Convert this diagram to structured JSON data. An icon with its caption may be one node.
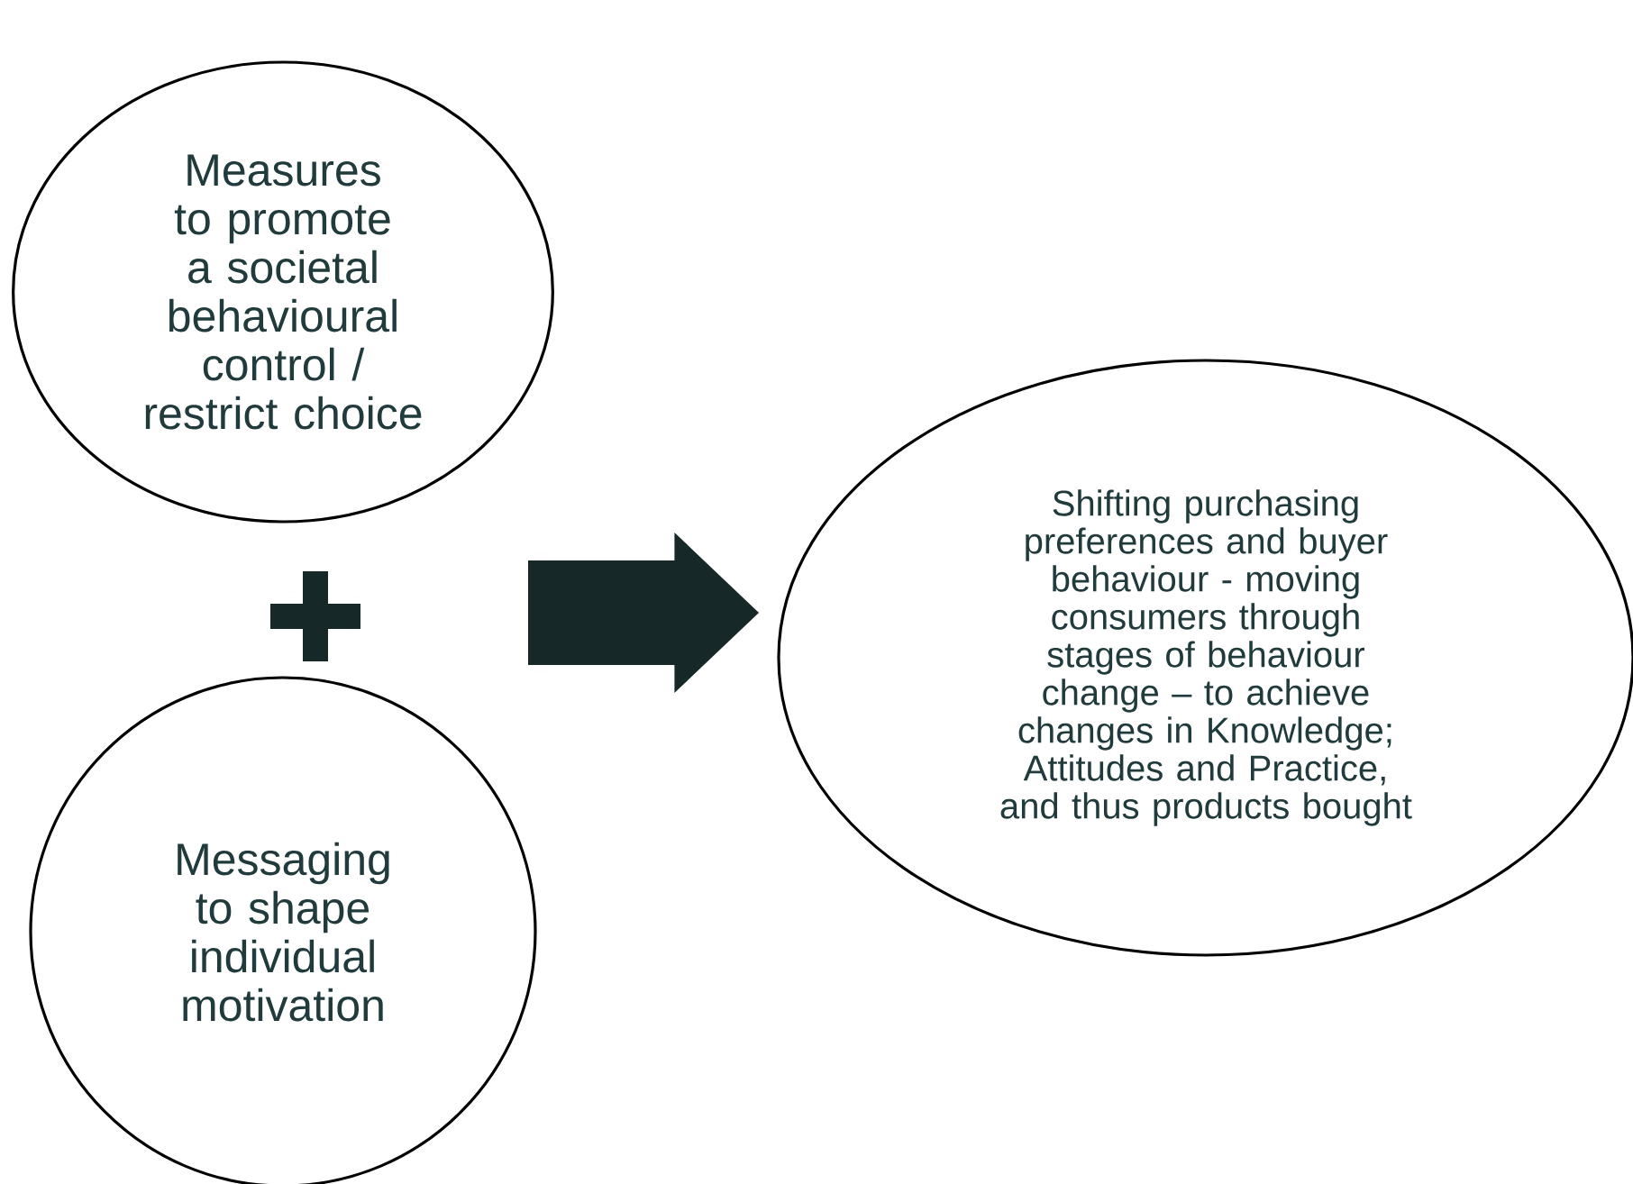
{
  "diagram": {
    "nodes": [
      {
        "text": [
          "Measures to promote a societal behavioural control / restrict choice"
        ]
      },
      {
        "text": [
          "Messaging to shape individual motivation"
        ]
      },
      {
        "text": [
          "Shifting purchasing preferences and buyer behaviour - moving consumers through stages of behaviour change – to achieve changes in Knowledge; Attitudes and Practice, and thus products bought"
        ]
      }
    ],
    "edges": [
      {
        "from": null,
        "to": 2,
        "arrow": "to"
      }
    ]
  }
}
